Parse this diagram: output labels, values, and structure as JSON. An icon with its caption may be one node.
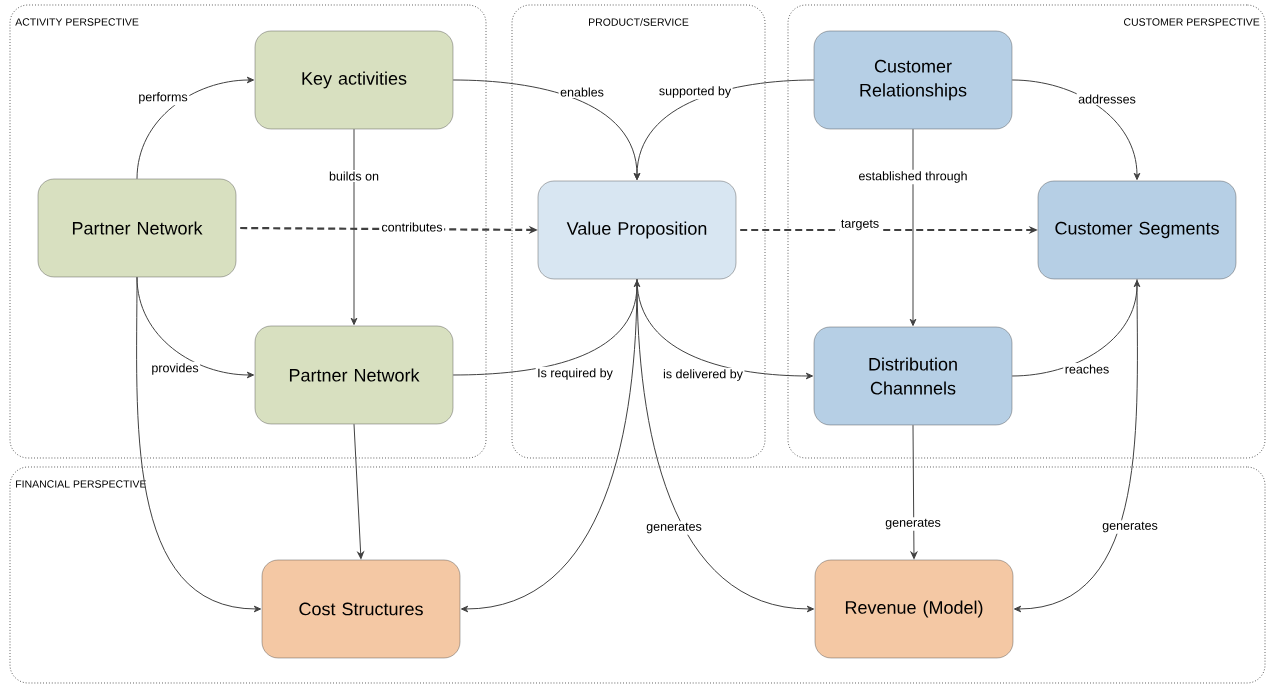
{
  "diagram": {
    "nodes": [
      {
        "text": [
          "ACTIVITY PERSPECTIVE"
        ]
      },
      {
        "text": [
          "Key activities"
        ],
        "in": 0
      },
      {
        "text": [
          "Partner Network"
        ],
        "in": 0
      },
      {
        "text": [
          "Partner Network"
        ],
        "in": 0
      },
      {
        "text": [
          "PRODUCT/SERVICE"
        ]
      },
      {
        "text": [
          "Value Proposition"
        ],
        "in": 4
      },
      {
        "text": [
          "CUSTOMER PERSPECTIVE"
        ]
      },
      {
        "text": [
          "Customer Relationships"
        ],
        "in": 6
      },
      {
        "text": [
          "Customer Segments"
        ],
        "in": 6
      },
      {
        "text": [
          "Distribution Channnels"
        ],
        "in": 6
      },
      {
        "text": [
          "FINANCIAL PERSPECTIVE"
        ]
      },
      {
        "text": [
          "Cost Structures"
        ],
        "in": 10
      },
      {
        "text": [
          "Revenue (Model)"
        ],
        "in": 10
      }
    ],
    "edges": [
      {
        "from": 2,
        "to": 1,
        "arrow": "to",
        "label": "performs"
      },
      {
        "from": 1,
        "to": 3,
        "arrow": "to",
        "label": "builds on"
      },
      {
        "from": 2,
        "to": 5,
        "arrow": "to",
        "label": "contributes",
        "style": "dashed"
      },
      {
        "from": 1,
        "to": 5,
        "arrow": "to",
        "label": "enables"
      },
      {
        "from": 7,
        "to": 5,
        "arrow": "to",
        "label": "supported by"
      },
      {
        "from": 7,
        "to": 8,
        "arrow": "to",
        "label": "addresses"
      },
      {
        "from": 7,
        "to": 9,
        "arrow": "to",
        "label": "established through"
      },
      {
        "from": 5,
        "to": 8,
        "arrow": "to",
        "label": "targets",
        "style": "dashed"
      },
      {
        "from": 2,
        "to": 3,
        "arrow": "to",
        "label": "provides"
      },
      {
        "from": 3,
        "to": 5,
        "arrow": "to",
        "label": "Is required by"
      },
      {
        "from": 5,
        "to": 9,
        "arrow": "to",
        "label": "is delivered by"
      },
      {
        "from": 9,
        "to": 8,
        "arrow": "to",
        "label": "reaches"
      },
      {
        "from": 2,
        "to": 11,
        "arrow": "to"
      },
      {
        "from": 3,
        "to": 11,
        "arrow": "to"
      },
      {
        "from": 5,
        "to": 11,
        "arrow": "to"
      },
      {
        "from": 5,
        "to": 12,
        "arrow": "to",
        "label": "generates"
      },
      {
        "from": 9,
        "to": 12,
        "arrow": "to",
        "label": "generates"
      },
      {
        "from": 8,
        "to": 12,
        "arrow": "to",
        "label": "generates"
      }
    ]
  }
}
